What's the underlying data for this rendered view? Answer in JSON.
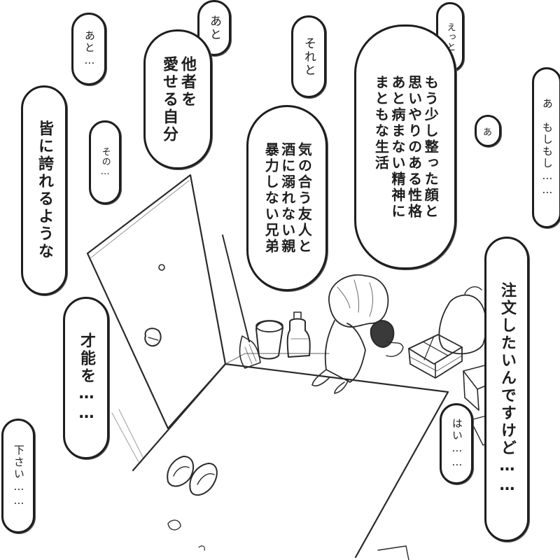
{
  "bubbles": {
    "etto": "えっと",
    "monologue_1": "もう少し整った顔と\n思いやりのある性格\nあと病まない精神に\nまともな生活",
    "soreto": "それと",
    "monologue_2": "気の合う友人と\n酒に溺れない親\n暴力しない兄弟",
    "ato_1": "あと",
    "monologue_3": "他者を\n愛せる自分",
    "ato_2": "あと…",
    "sono": "その…",
    "minna": "皆に誇れるような",
    "saino": "才能を……",
    "kudasai": "下さい……",
    "a": "あ",
    "moshimoshi": "あ　もしもし……",
    "chumon": "注文したいんですけど……",
    "hai": "はい……"
  }
}
